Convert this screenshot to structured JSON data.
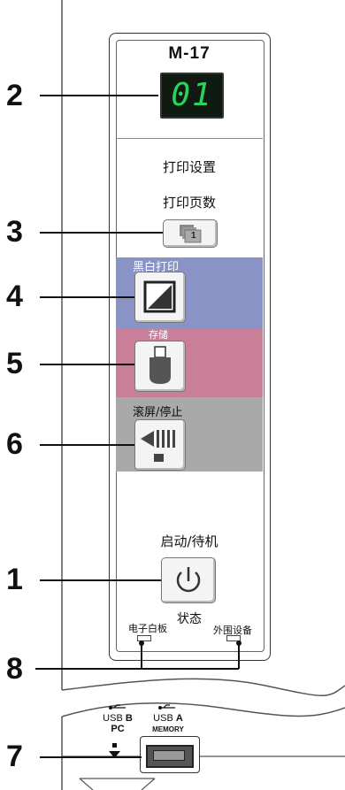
{
  "panel": {
    "model": "M-17",
    "counter": "01",
    "print_settings_label": "打印设置",
    "print_pages_label": "打印页数",
    "print_pages_icon_text": "1",
    "bw_print_label": "黑白打印",
    "save_label": "存储",
    "scroll_stop_label": "滚屏/停止",
    "start_standby_label": "启动/待机",
    "status_label": "状态",
    "whiteboard_label": "电子白板",
    "external_device_label": "外围设备"
  },
  "ports": {
    "usb_b_prefix": "USB",
    "usb_b_letter": "B",
    "usb_b_sub": "PC",
    "usb_a_prefix": "USB",
    "usb_a_letter": "A",
    "usb_a_sub": "MEMORY"
  },
  "callouts": {
    "c2": "2",
    "c3": "3",
    "c4": "4",
    "c5": "5",
    "c6": "6",
    "c1": "1",
    "c8": "8",
    "c7": "7"
  },
  "colors": {
    "bw_band": "#8a93c6",
    "save_band": "#c97f98",
    "scroll_band": "#a9a9a9",
    "led_digits": "#2bd35a"
  },
  "icons": [
    "bw-print-icon",
    "memory-stick-icon",
    "scroll-stop-icon",
    "power-icon",
    "pages-icon",
    "usb-icon",
    "arrow-down-icon"
  ]
}
